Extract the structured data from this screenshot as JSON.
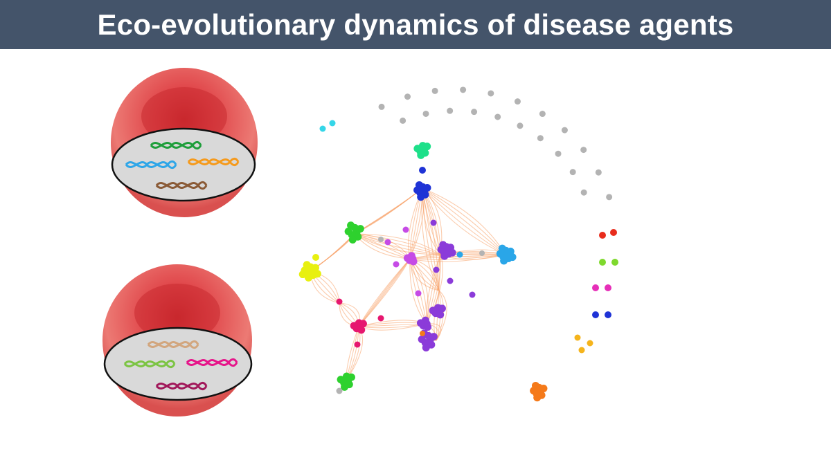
{
  "slide": {
    "title": "Eco-evolutionary dynamics of disease agents"
  },
  "colors": {
    "title_bar": "#44546a",
    "title_text": "#ffffff",
    "blood_cell": "#e05a5a",
    "nucleus_fill": "#d9d9d9",
    "edge": "#f7a26a",
    "isolated_node": "#b3b3b3"
  },
  "cells": [
    {
      "name": "red-blood-cell-1",
      "strains": [
        {
          "name": "green-dna",
          "color": "#1e9e3a"
        },
        {
          "name": "blue-dna",
          "color": "#2ea6e8"
        },
        {
          "name": "orange-dna",
          "color": "#f59a1c"
        },
        {
          "name": "brown-dna",
          "color": "#8a5a36"
        }
      ]
    },
    {
      "name": "red-blood-cell-2",
      "strains": [
        {
          "name": "tan-dna",
          "color": "#d2a67e"
        },
        {
          "name": "lime-dna",
          "color": "#7cc443"
        },
        {
          "name": "magenta-dna",
          "color": "#e6158a"
        },
        {
          "name": "maroon-dna",
          "color": "#a1185a"
        }
      ]
    }
  ],
  "network": {
    "cluster_colors": [
      "#1ee08a",
      "#1f33d6",
      "#2aa6e8",
      "#8b3bd9",
      "#c64be6",
      "#e6176f",
      "#2ed12e",
      "#e8f010",
      "#f57a1a",
      "#f5b41c",
      "#35d6e8",
      "#e82c1c",
      "#b3b3b3"
    ],
    "isolated_node_count": 21,
    "small_components": [
      "cyan-pair",
      "red-pair",
      "lime-pair",
      "magenta-pair",
      "blue-pair",
      "yellow-triad",
      "orange-cluster"
    ]
  }
}
